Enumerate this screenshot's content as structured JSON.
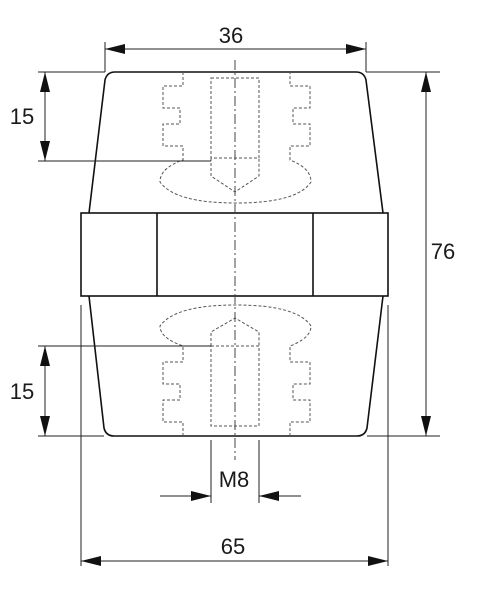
{
  "drawing": {
    "dimensions": {
      "top_width": "36",
      "overall_height": "76",
      "thread_depth_top": "15",
      "thread_depth_bottom": "15",
      "thread_size": "M8",
      "overall_width": "65"
    }
  }
}
